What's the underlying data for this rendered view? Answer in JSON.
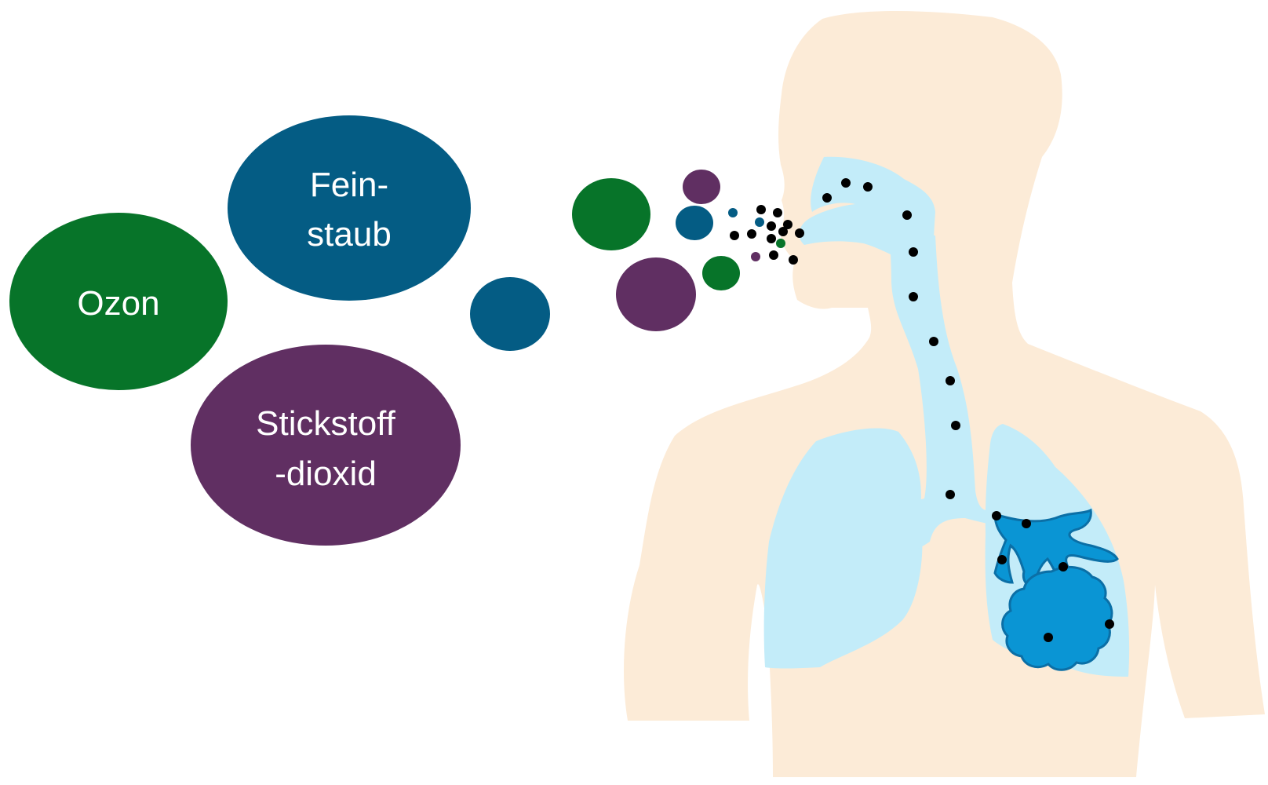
{
  "pollutants": [
    {
      "id": "ozon",
      "lines": [
        "Ozon"
      ],
      "color": "#077429"
    },
    {
      "id": "feinstaub",
      "lines": [
        "Fein-",
        "staub"
      ],
      "color": "#045c84"
    },
    {
      "id": "stickstoffdioxid",
      "lines": [
        "Stickstoff",
        "-dioxid"
      ],
      "color": "#602f62"
    }
  ],
  "colors": {
    "body_skin": "#fcebd7",
    "airway_light": "#c3ecf9",
    "alveoli": "#0a95d4",
    "alveoli_outline": "#0b6fa6",
    "particle": "#000000"
  }
}
